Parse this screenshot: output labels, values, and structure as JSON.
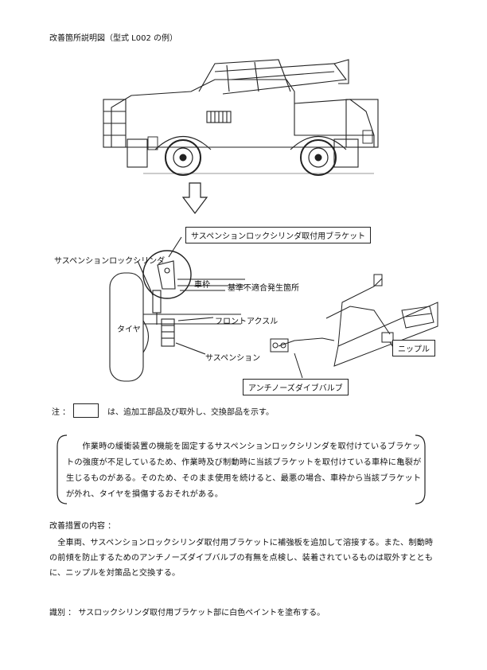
{
  "title": "改善箇所説明図（型式 L002 の例）",
  "labels": {
    "bracket": "サスペンションロックシリンダ取付用ブラケット",
    "cylinder": "サスペンションロックシリンダ",
    "frame": "車枠",
    "defect": "基準不適合発生箇所",
    "tire": "タイヤ",
    "axle": "フロントアクスル",
    "suspension": "サスペンション",
    "nipple": "ニップル",
    "valve": "アンチノーズダイブバルブ"
  },
  "note": {
    "prefix": "注 ：",
    "text": "は、追加工部品及び取外し、交換部品を示す。"
  },
  "warning": "作業時の緩衝装置の機能を固定するサスペンションロックシリンダを取付けているブラケットの強度が不足しているため、作業時及び制動時に当該ブラケットを取付けている車枠に亀裂が生じるものがある。そのため、そのまま使用を続けると、最悪の場合、車枠から当該ブラケットが外れ、タイヤを損傷するおそれがある。",
  "measures": {
    "heading": "改善措置の内容 ：",
    "body": "全車両、サスペンションロックシリンダ取付用ブラケットに補強板を追加して溶接する。また、制動時の前傾を防止するためのアンチノーズダイブバルブの有無を点検し、装着されているものは取外すとともに、ニップルを対策品と交換する。"
  },
  "identification": "識別 ： サスロックシリンダ取付用ブラケット部に白色ペイントを塗布する。"
}
